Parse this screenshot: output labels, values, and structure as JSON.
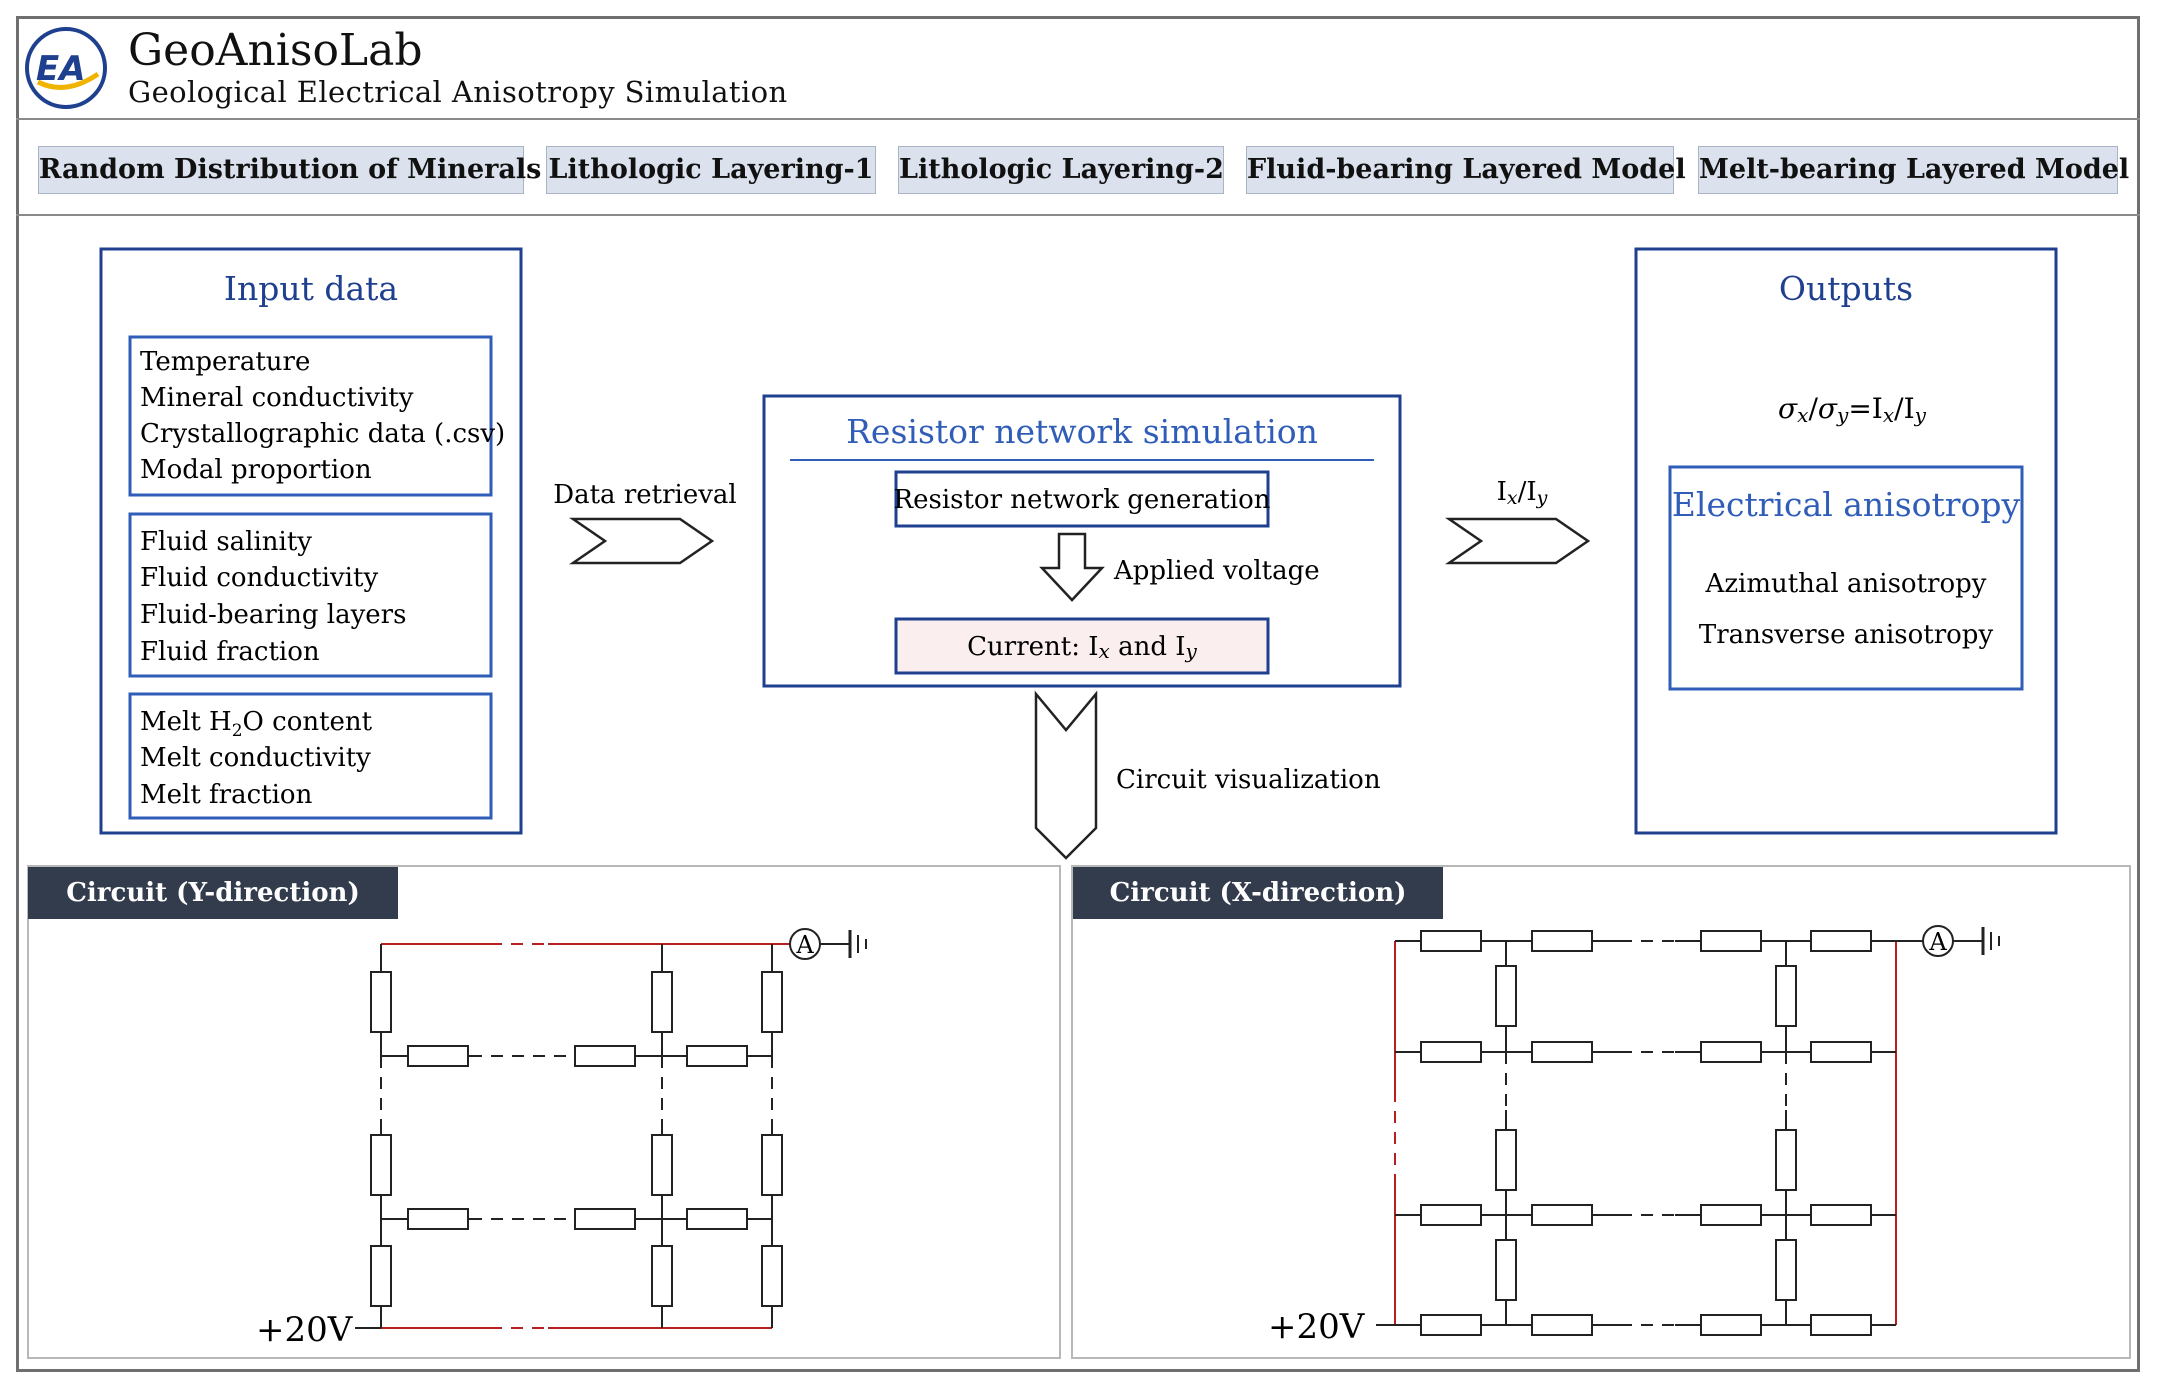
{
  "app": {
    "title": "GeoAnisoLab",
    "subtitle": "Geological Electrical Anisotropy Simulation",
    "logo_text": "EA"
  },
  "tabs": [
    {
      "label": "Random Distribution of Minerals"
    },
    {
      "label": "Lithologic Layering-1"
    },
    {
      "label": "Lithologic Layering-2"
    },
    {
      "label": "Fluid-bearing Layered Model"
    },
    {
      "label": "Melt-bearing Layered Model"
    }
  ],
  "input": {
    "title": "Input data",
    "group1": [
      "Temperature",
      "Mineral conductivity",
      "Crystallographic data (.csv)",
      "Modal proportion"
    ],
    "group2": [
      "Fluid salinity",
      "Fluid conductivity",
      "Fluid-bearing layers",
      "Fluid fraction"
    ],
    "group3_first": {
      "pre": "Melt H",
      "sub": "2",
      "post": "O content"
    },
    "group3": [
      "Melt conductivity",
      "Melt fraction"
    ]
  },
  "flow": {
    "data_retrieval": "Data retrieval",
    "ixiy": {
      "a": "I",
      "a_sub": "x",
      "slash": "/I",
      "b_sub": "y"
    },
    "circuit_visualization": "Circuit visualization"
  },
  "simulation": {
    "title": "Resistor network simulation",
    "generation": "Resistor network generation",
    "applied_voltage": "Applied voltage",
    "current": {
      "pre": "Current: I",
      "sub1": "x",
      "mid": " and I",
      "sub2": "y"
    }
  },
  "outputs": {
    "title": "Outputs",
    "formula": {
      "s1": "σ",
      "s1_sub": "x",
      "slash": "/",
      "s2": "σ",
      "s2_sub": "y",
      "eq": "=I",
      "i1_sub": "x",
      "slash2": "/I",
      "i2_sub": "y"
    },
    "aniso_title": "Electrical anisotropy",
    "items": [
      "Azimuthal anisotropy",
      "Transverse anisotropy"
    ]
  },
  "circuit_y": {
    "tab": "Circuit (Y-direction)",
    "voltage": "+20V",
    "ammeter": "A"
  },
  "circuit_x": {
    "tab": "Circuit (X-direction)",
    "voltage": "+20V",
    "ammeter": "A"
  },
  "colors": {
    "navy": "#1f3f8f",
    "blue_text": "#2f5db8",
    "red_wire": "#b8201f",
    "tab_bg": "#dbe2ee",
    "panel_tab": "#333c4c",
    "current_bg": "#fbeeee"
  }
}
